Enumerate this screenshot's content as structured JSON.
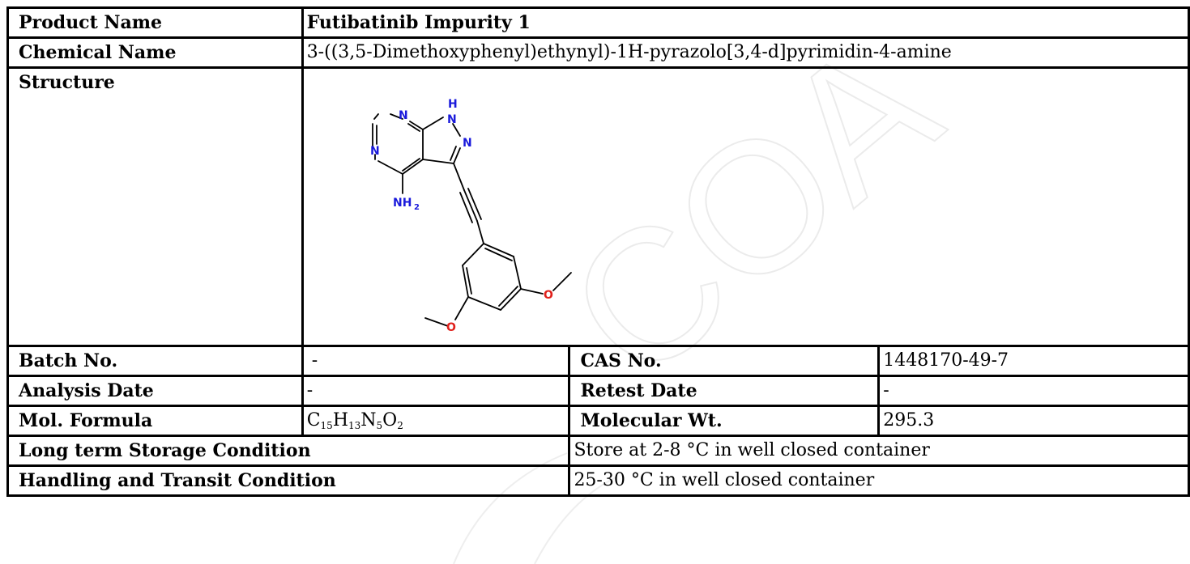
{
  "product": {
    "label": "Product Name",
    "value": "Futibatinib Impurity 1"
  },
  "chemical": {
    "label": "Chemical Name",
    "value": "3-((3,5-Dimethoxyphenyl)ethynyl)-1H-pyrazolo[3,4-d]pyrimidin-4-amine"
  },
  "structure": {
    "label": "Structure",
    "atoms": {
      "n1": "N",
      "nh_n": "N",
      "nh_h": "H",
      "n_pyrazole": "N",
      "n3": "N",
      "nh2_main": "NH",
      "nh2_sub": "2",
      "o1": "O",
      "o2": "O"
    },
    "atom_colors": {
      "nitrogen": "#1a1adb",
      "oxygen": "#e0201b"
    }
  },
  "batch": {
    "label": "Batch No.",
    "value": "-"
  },
  "cas": {
    "label": "CAS No.",
    "value": "1448170-49-7"
  },
  "analysis_date": {
    "label": "Analysis Date",
    "value": "-"
  },
  "retest_date": {
    "label": "Retest Date",
    "value": "-"
  },
  "formula": {
    "label": "Mol. Formula",
    "parts": [
      {
        "el": "C",
        "n": "15"
      },
      {
        "el": "H",
        "n": "13"
      },
      {
        "el": "N",
        "n": "5"
      },
      {
        "el": "O",
        "n": "2"
      }
    ]
  },
  "mol_wt": {
    "label": "Molecular Wt.",
    "value": "295.3"
  },
  "storage": {
    "label": "Long term Storage Condition",
    "value": "Store at 2-8 °C in well closed container"
  },
  "handling": {
    "label": "Handling and Transit Condition",
    "value": "25-30 °C in well closed container"
  },
  "watermark": {
    "text": "COA",
    "color": "#ececec"
  }
}
